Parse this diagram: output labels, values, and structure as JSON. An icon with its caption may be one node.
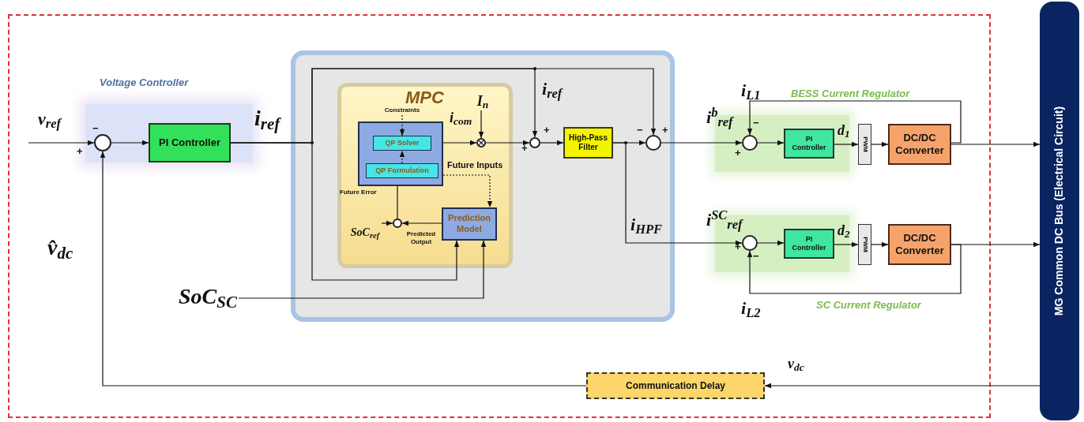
{
  "diagram": {
    "nodes": [
      {
        "text": [
          "Voltage Controller"
        ]
      },
      {
        "text": [],
        "shape": "circle",
        "in": 0
      },
      {
        "text": [
          "PI Controller"
        ],
        "in": 0
      },
      {
        "text": [],
        "shape": "box"
      },
      {
        "text": [
          "MPC"
        ],
        "in": 3
      },
      {
        "text": [],
        "shape": "box",
        "in": 4
      },
      {
        "text": [
          "QP Solver"
        ],
        "in": 5
      },
      {
        "text": [
          "QP Formulation"
        ],
        "in": 5
      },
      {
        "text": [
          "Prediction Model"
        ],
        "in": 4
      },
      {
        "text": [],
        "shape": "circle",
        "in": 4
      },
      {
        "text": [],
        "shape": "circle",
        "in": 4
      },
      {
        "text": [],
        "shape": "circle",
        "in": 3
      },
      {
        "text": [
          "High-Pass Filter"
        ],
        "in": 3
      },
      {
        "text": [],
        "shape": "circle",
        "in": 3
      },
      {
        "text": [
          "BESS Current Regulator"
        ]
      },
      {
        "text": [],
        "shape": "circle",
        "in": 14
      },
      {
        "text": [
          "PI Controller"
        ],
        "in": 14
      },
      {
        "text": [
          "PWM"
        ]
      },
      {
        "text": [
          "DC/DC Converter"
        ]
      },
      {
        "text": [
          "SC Current Regulator"
        ]
      },
      {
        "text": [],
        "shape": "circle",
        "in": 19
      },
      {
        "text": [
          "PI Controller"
        ],
        "in": 19
      },
      {
        "text": [
          "PWM"
        ]
      },
      {
        "text": [
          "DC/DC Converter"
        ]
      },
      {
        "text": [
          "MG Common DC Bus (Electrical Circuit)"
        ]
      },
      {
        "text": [
          "Communication Delay"
        ]
      },
      {
        "text": [
          "SoC$_{SC}$"
        ]
      },
      {
        "text": [
          "SoC$_{ref}$"
        ],
        "in": 4
      },
      {
        "text": [
          "I$_{n}$"
        ],
        "in": 4
      },
      {
        "text": [
          "Constraints"
        ],
        "in": 4
      }
    ],
    "edges": [
      {
        "from": null,
        "to": 1,
        "arrow": "to"
      },
      {
        "from": 1,
        "to": 2,
        "arrow": "to"
      },
      {
        "from": 2,
        "to": 13,
        "arrow": "to"
      },
      {
        "from": 2,
        "to": 11,
        "arrow": "to"
      },
      {
        "from": 2,
        "to": 8,
        "arrow": "to"
      },
      {
        "from": 5,
        "to": 10,
        "arrow": "to"
      },
      {
        "from": 28,
        "to": 10,
        "arrow": "to"
      },
      {
        "from": 10,
        "to": 11,
        "arrow": "to"
      },
      {
        "from": 11,
        "to": 12,
        "arrow": "to"
      },
      {
        "from": 12,
        "to": 13,
        "arrow": "to"
      },
      {
        "from": 12,
        "to": 20,
        "arrow": "to"
      },
      {
        "from": 13,
        "to": 15,
        "arrow": "to"
      },
      {
        "from": 15,
        "to": 16,
        "arrow": "to"
      },
      {
        "from": 16,
        "to": 17,
        "arrow": "to"
      },
      {
        "from": 17,
        "to": 18,
        "arrow": "to"
      },
      {
        "from": 18,
        "to": 24,
        "arrow": "to"
      },
      {
        "from": 18,
        "to": 15,
        "arrow": "to"
      },
      {
        "from": 20,
        "to": 21,
        "arrow": "to"
      },
      {
        "from": 21,
        "to": 22,
        "arrow": "to"
      },
      {
        "from": 22,
        "to": 23,
        "arrow": "to"
      },
      {
        "from": 23,
        "to": 24,
        "arrow": "to"
      },
      {
        "from": 23,
        "to": 20,
        "arrow": "to"
      },
      {
        "from": 24,
        "to": 25,
        "arrow": "to"
      },
      {
        "from": 25,
        "to": 1,
        "arrow": "to"
      },
      {
        "from": 26,
        "to": 8,
        "arrow": "to"
      },
      {
        "from": 8,
        "to": 9,
        "arrow": "to"
      },
      {
        "from": 27,
        "to": 9,
        "arrow": "to"
      },
      {
        "from": 9,
        "to": 5,
        "arrow": "none"
      },
      {
        "from": 7,
        "to": 6,
        "arrow": "to",
        "style": "dashed"
      },
      {
        "from": 29,
        "to": 6,
        "arrow": "to",
        "style": "dashed"
      },
      {
        "from": 5,
        "to": 8,
        "arrow": "to",
        "style": "dashed"
      }
    ],
    "labels": [
      "v$_{ref}$",
      "−",
      "+",
      "i$_{ref}$",
      "v̂$_{dc}$",
      "i$_{com}$",
      "Future Inputs",
      "Future Error",
      "Predicted Output",
      "i$_{ref}$",
      "+",
      "+",
      "−",
      "+",
      "i$_{HPF}$",
      "i$_{L1}$",
      "i$^{b}$$_{ref}$",
      "−",
      "+",
      "d$_{1}$",
      "i$^{SC}$$_{ref}$",
      "+",
      "−",
      "d$_{2}$",
      "i$_{L2}$",
      "v$_{dc}$"
    ]
  }
}
